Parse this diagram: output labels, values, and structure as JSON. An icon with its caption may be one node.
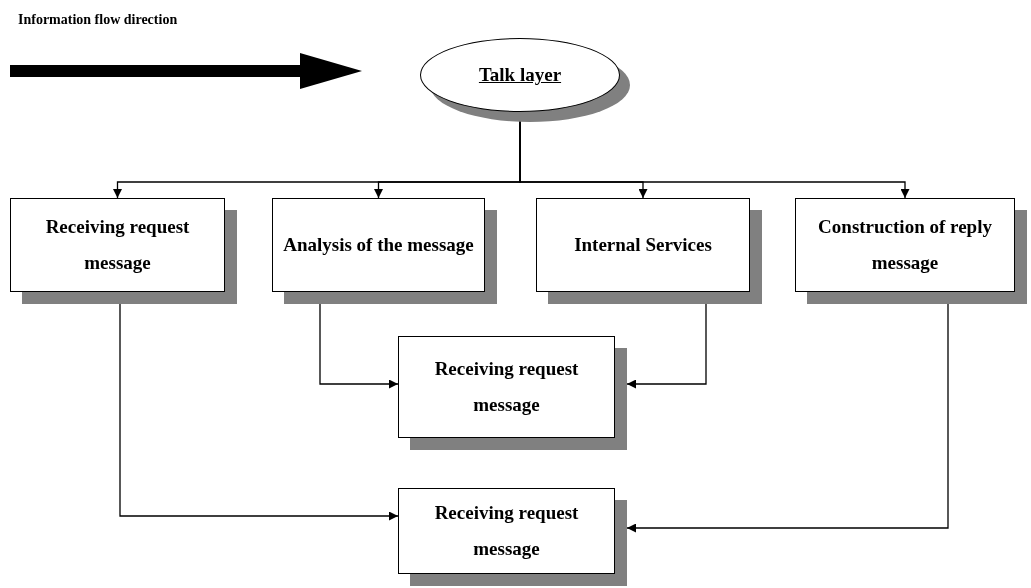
{
  "diagram": {
    "nodes": [
      {
        "text": [
          "Talk layer"
        ]
      },
      {
        "text": [
          "Receiving request message"
        ]
      },
      {
        "text": [
          "Analysis of the message"
        ]
      },
      {
        "text": [
          "Internal Services"
        ]
      },
      {
        "text": [
          "Construction of reply message"
        ]
      },
      {
        "text": [
          "Receiving request message"
        ]
      },
      {
        "text": [
          "Receiving request message"
        ]
      }
    ],
    "edges": [
      {
        "from": 0,
        "to": 1,
        "arrow": "to"
      },
      {
        "from": 0,
        "to": 2,
        "arrow": "to"
      },
      {
        "from": 0,
        "to": 3,
        "arrow": "to"
      },
      {
        "from": 0,
        "to": 4,
        "arrow": "to"
      },
      {
        "from": 2,
        "to": 5,
        "arrow": "to"
      },
      {
        "from": 3,
        "to": 5,
        "arrow": "to"
      },
      {
        "from": 1,
        "to": 6,
        "arrow": "to"
      },
      {
        "from": 4,
        "to": 6,
        "arrow": "to"
      }
    ],
    "labels": [
      "Information flow direction"
    ]
  }
}
